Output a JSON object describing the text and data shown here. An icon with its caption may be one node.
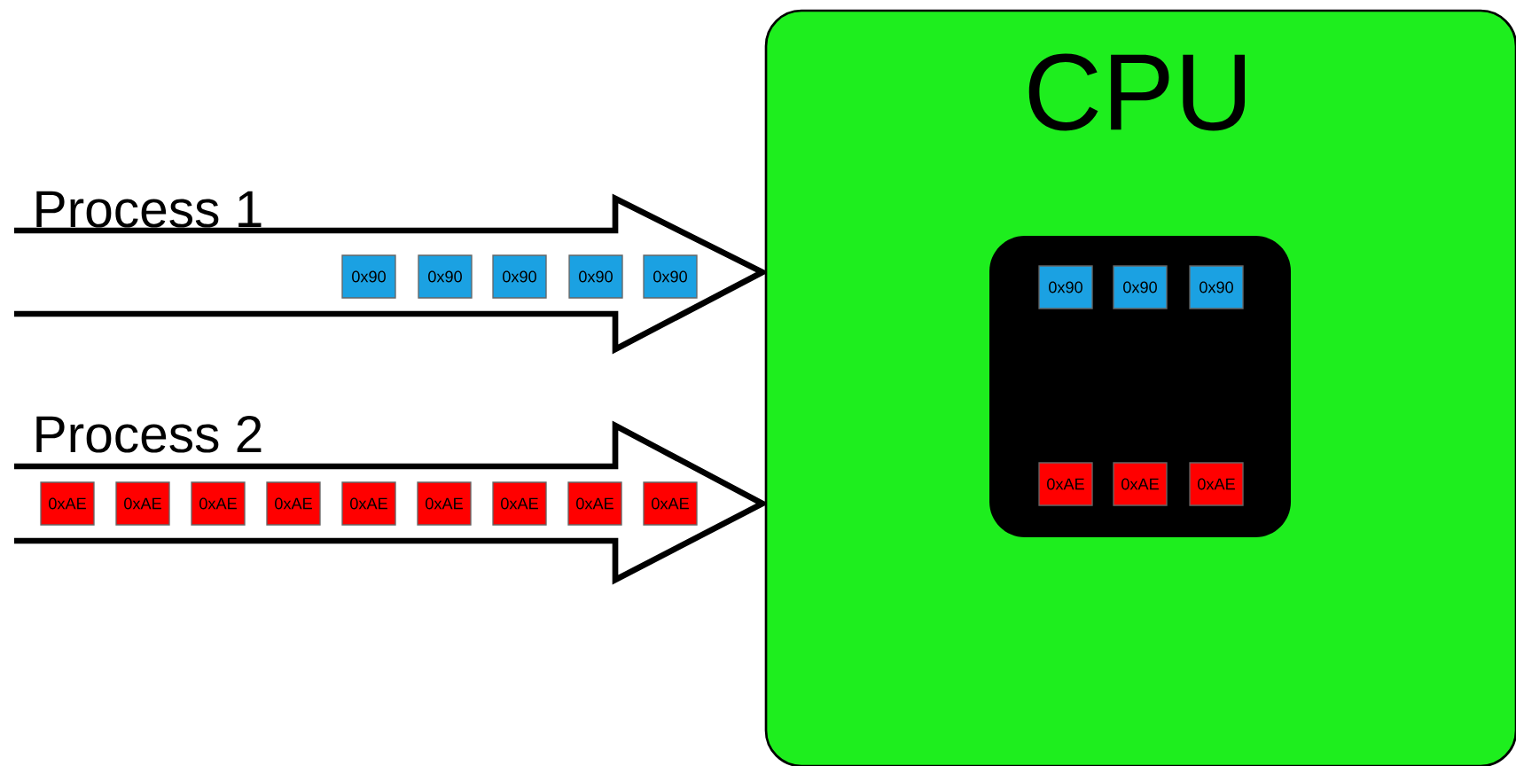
{
  "diagram": {
    "nodes": [
      {
        "text": [
          "Process 1"
        ]
      },
      {
        "text": [
          "0x90"
        ],
        "in": 0
      },
      {
        "text": [
          "0x90"
        ],
        "in": 0
      },
      {
        "text": [
          "0x90"
        ],
        "in": 0
      },
      {
        "text": [
          "0x90"
        ],
        "in": 0
      },
      {
        "text": [
          "0x90"
        ],
        "in": 0
      },
      {
        "text": [
          "Process 2"
        ]
      },
      {
        "text": [
          "0xAE"
        ],
        "in": 6
      },
      {
        "text": [
          "0xAE"
        ],
        "in": 6
      },
      {
        "text": [
          "0xAE"
        ],
        "in": 6
      },
      {
        "text": [
          "0xAE"
        ],
        "in": 6
      },
      {
        "text": [
          "0xAE"
        ],
        "in": 6
      },
      {
        "text": [
          "0xAE"
        ],
        "in": 6
      },
      {
        "text": [
          "0xAE"
        ],
        "in": 6
      },
      {
        "text": [
          "0xAE"
        ],
        "in": 6
      },
      {
        "text": [
          "0xAE"
        ],
        "in": 6
      },
      {
        "text": [
          "CPU"
        ]
      },
      {
        "text": [],
        "shape": "box",
        "in": 16
      },
      {
        "text": [
          "0x90"
        ],
        "in": 17
      },
      {
        "text": [
          "0x90"
        ],
        "in": 17
      },
      {
        "text": [
          "0x90"
        ],
        "in": 17
      },
      {
        "text": [
          "0xAE"
        ],
        "in": 17
      },
      {
        "text": [
          "0xAE"
        ],
        "in": 17
      },
      {
        "text": [
          "0xAE"
        ],
        "in": 17
      }
    ]
  }
}
